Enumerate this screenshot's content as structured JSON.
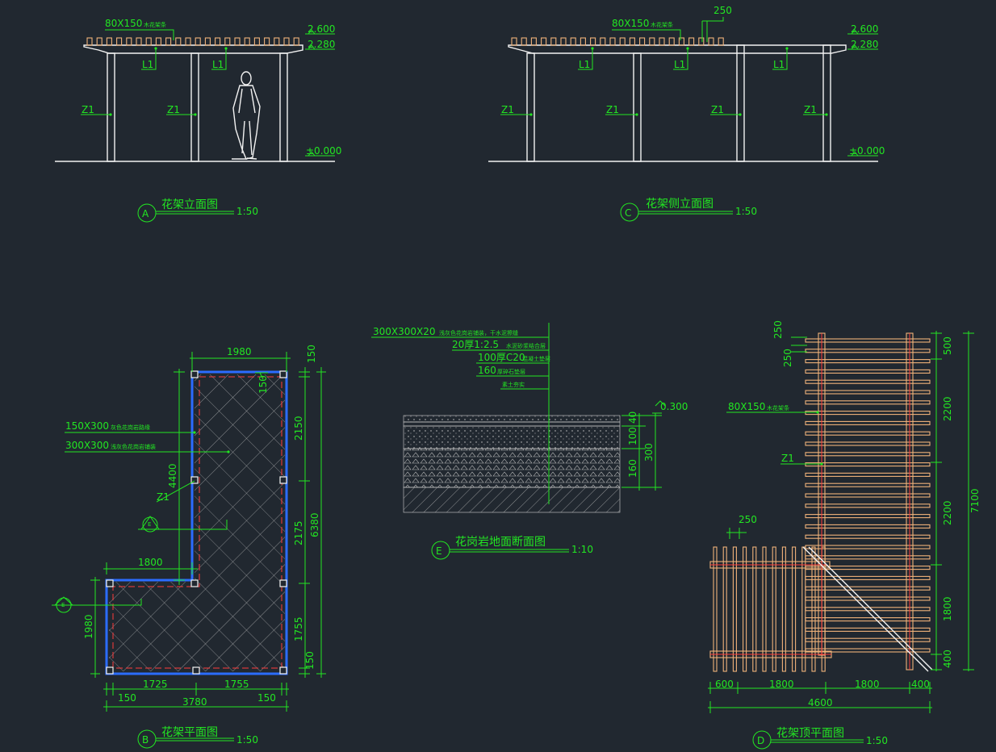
{
  "elev_a": {
    "callout": "80X150",
    "callout_note": "木花架条",
    "lvl_top": "2.600",
    "lvl_mid": "2.280",
    "lvl_ground": "±0.000",
    "beam_labels": [
      "L1",
      "L1"
    ],
    "col_labels": [
      "Z1",
      "Z1"
    ],
    "title": "花架立面图",
    "mark": "A",
    "scale": "1:50"
  },
  "elev_c": {
    "callout": "80X150",
    "callout_note": "木花架条",
    "dim_spacing": "250",
    "lvl_top": "2.600",
    "lvl_mid": "2.280",
    "lvl_ground": "±0.000",
    "beam_labels": [
      "L1",
      "L1",
      "L1"
    ],
    "col_labels": [
      "Z1",
      "Z1",
      "Z1",
      "Z1"
    ],
    "title": "花架侧立面图",
    "mark": "C",
    "scale": "1:50"
  },
  "plan_b": {
    "dim_top": "1980",
    "dim_top_off": "150",
    "dim_inner_150": "150",
    "dim_right": [
      "2150",
      "2175",
      "1755",
      "150"
    ],
    "dim_right_total": "6380",
    "dim_left_4400": "4400",
    "dim_1800": "1800",
    "dim_1980_left": "1980",
    "dim_bottom": [
      "1725",
      "1755"
    ],
    "dim_bottom_off": [
      "150",
      "150"
    ],
    "dim_bottom_total": "3780",
    "note1": "150X300",
    "note1_sub": "灰色花岗岩路缘",
    "note2": "300X300",
    "note2_sub": "浅灰色花岗岩铺装",
    "col_label": "Z1",
    "section_mark": "E",
    "title": "花架平面图",
    "mark": "B",
    "scale": "1:50"
  },
  "section_e": {
    "layers": [
      {
        "main": "300X300X20",
        "sub": "浅灰色花岗岩铺装，干水泥擦缝"
      },
      {
        "main": "20厚1:2.5",
        "sub": "水泥砂浆结合层"
      },
      {
        "main": "100厚C20",
        "sub": "混凝土垫层"
      },
      {
        "main": "160",
        "sub": "厚碎石垫层"
      },
      {
        "main": "",
        "sub": "素土夯实"
      }
    ],
    "lvl": "0.300",
    "dims": [
      "100",
      "40",
      "160",
      "300"
    ],
    "title": "花岗岩地面断面图",
    "mark": "E",
    "scale": "1:10"
  },
  "roof_d": {
    "dim_left_top": [
      "250",
      "250"
    ],
    "dim_right": [
      "500",
      "2200",
      "2200",
      "1800",
      "400"
    ],
    "dim_right_total": "7100",
    "callout": "80X150",
    "callout_note": "木花架条",
    "col_label": "Z1",
    "dim_250": "250",
    "dim_bottom": [
      "600",
      "1800",
      "1800",
      "400"
    ],
    "dim_bottom_total": "4600",
    "title": "花架顶平面图",
    "mark": "D",
    "scale": "1:50"
  },
  "colors": {
    "background": "#212830",
    "annotation": "#22e622",
    "wood": "#f0b27a",
    "outline": "#2b6cff",
    "center": "#ff3b3b"
  }
}
